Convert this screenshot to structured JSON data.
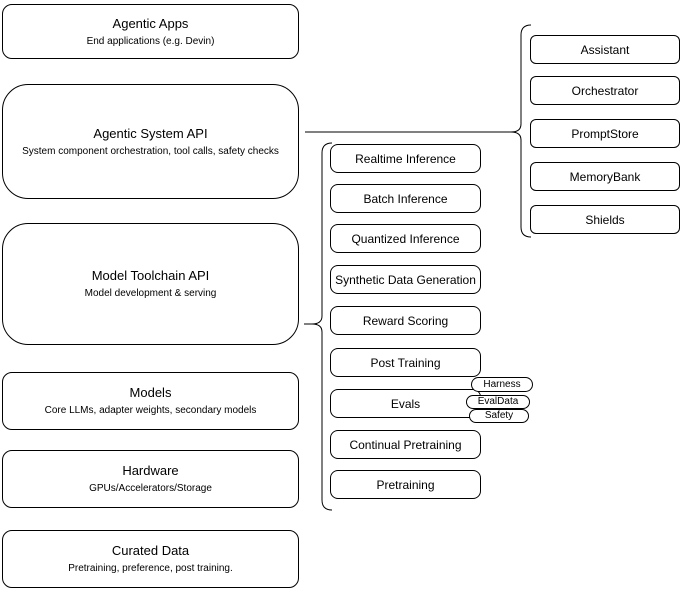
{
  "canvas": {
    "background": "#ffffff",
    "stroke_color": "#000000"
  },
  "stack": [
    {
      "title": "Agentic Apps",
      "subtitle": "End applications (e.g. Devin)"
    },
    {
      "title": "Agentic System API",
      "subtitle": "System component orchestration, tool calls, safety checks"
    },
    {
      "title": "Model Toolchain API",
      "subtitle": "Model development & serving"
    },
    {
      "title": "Models",
      "subtitle": "Core LLMs, adapter weights, secondary models"
    },
    {
      "title": "Hardware",
      "subtitle": "GPUs/Accelerators/Storage"
    },
    {
      "title": "Curated Data",
      "subtitle": "Pretraining, preference, post training."
    }
  ],
  "toolchain_services": [
    "Realtime Inference",
    "Batch Inference",
    "Quantized Inference",
    "Synthetic Data Generation",
    "Reward Scoring",
    "Post Training",
    "Evals",
    "Continual Pretraining",
    "Pretraining"
  ],
  "evals_tags": [
    "Harness",
    "EvalData",
    "Safety"
  ],
  "system_components": [
    "Assistant",
    "Orchestrator",
    "PromptStore",
    "MemoryBank",
    "Shields"
  ]
}
